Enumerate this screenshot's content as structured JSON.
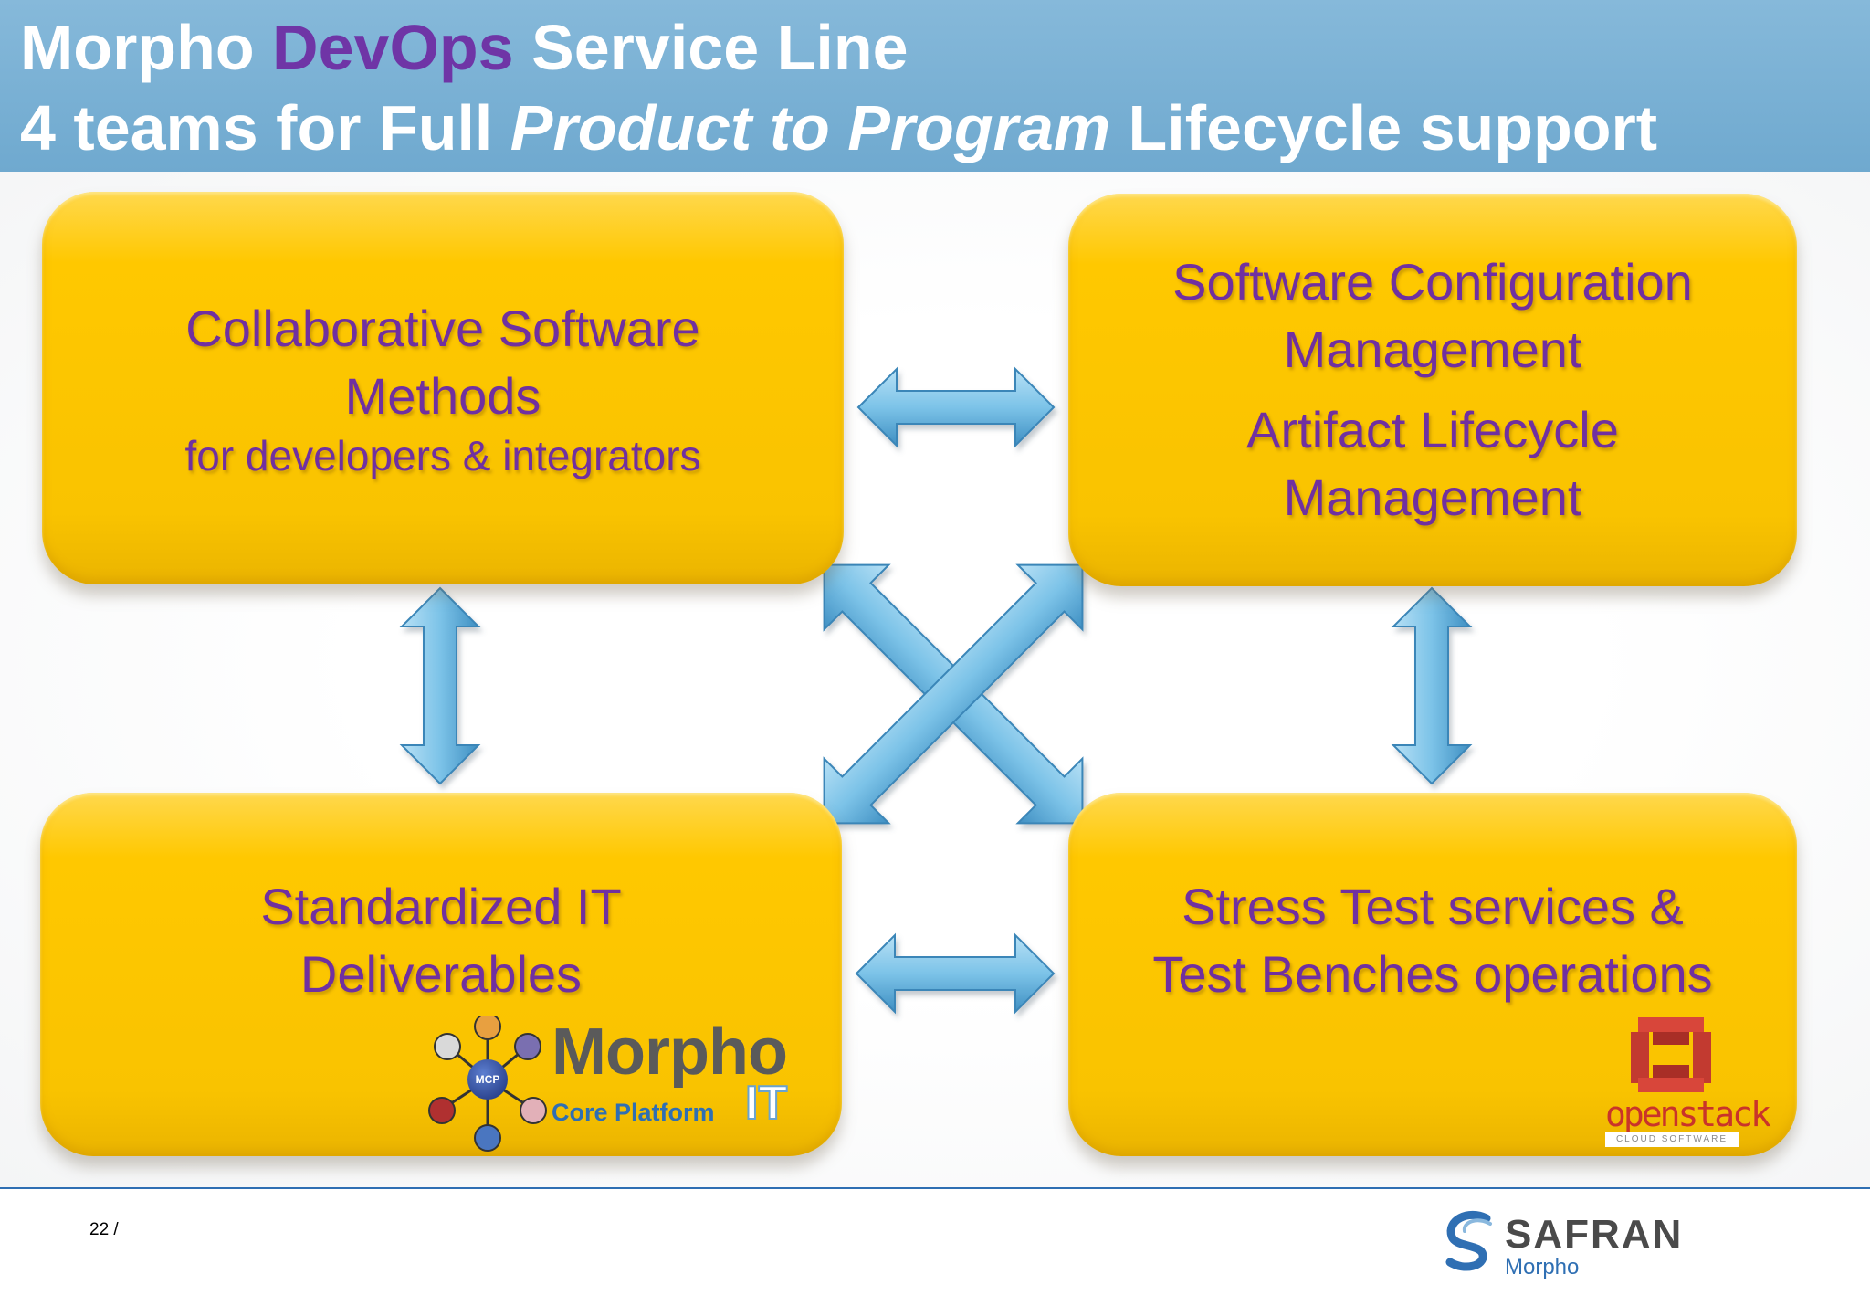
{
  "header": {
    "title_part1": "Morpho ",
    "title_accent": "DevOps",
    "title_part2": " Service Line",
    "subtitle_part1": "4 teams for Full ",
    "subtitle_italic": "Product to Program",
    "subtitle_part2": " Lifecycle support"
  },
  "boxes": {
    "top_left": {
      "line1": "Collaborative Software",
      "line2": "Methods",
      "sub": "for developers & integrators"
    },
    "top_right": {
      "line1": "Software Configuration",
      "line2": "Management",
      "line3": "Artifact Lifecycle",
      "line4": "Management"
    },
    "bottom_left": {
      "line1": "Standardized IT",
      "line2": "Deliverables"
    },
    "bottom_right": {
      "line1": "Stress Test services &",
      "line2": "Test Benches operations"
    }
  },
  "logos": {
    "morpho_word": "Morpho",
    "morpho_it": "IT",
    "morpho_core": "Core Platform",
    "mcp_label": "MCP",
    "openstack_word": "openstack",
    "openstack_sub": "CLOUD SOFTWARE",
    "safran_word": "SAFRAN",
    "safran_sub": "Morpho"
  },
  "footer": {
    "page_number": "22 /"
  },
  "colors": {
    "header_bg": "#7ab1d6",
    "accent_purple": "#6f35a6",
    "box_yellow": "#ffc800",
    "arrow_blue": "#78bfe3"
  }
}
